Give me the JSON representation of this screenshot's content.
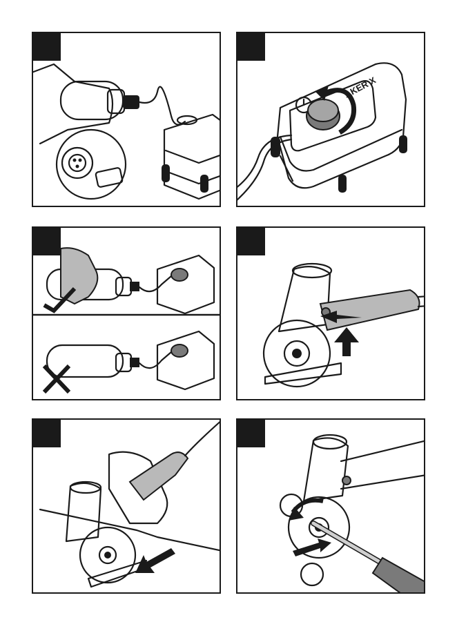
{
  "panels": [
    {
      "id": 1,
      "number": ""
    },
    {
      "id": 2,
      "number": ""
    },
    {
      "id": 3,
      "number": ""
    },
    {
      "id": 4,
      "number": ""
    },
    {
      "id": 5,
      "number": ""
    },
    {
      "id": 6,
      "number": ""
    }
  ],
  "brand_text": "AKER X",
  "colors": {
    "ink": "#1a1a1a",
    "shade": "#b9b9b9",
    "dark_shade": "#7a7a7a",
    "paper": "#ffffff"
  },
  "icons": [
    "power-icon",
    "rotate-arrow-icon",
    "push-arrow-icon",
    "check-icon",
    "cross-icon",
    "direction-arrow-icon"
  ]
}
